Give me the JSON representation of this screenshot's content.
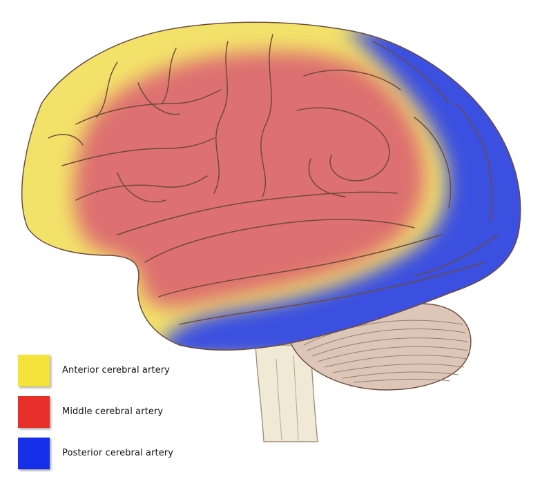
{
  "legend": {
    "items": [
      {
        "label": "Anterior cerebral artery",
        "color": "#f5e33a"
      },
      {
        "label": "Middle cerebral artery",
        "color": "#e8302a"
      },
      {
        "label": "Posterior cerebral artery",
        "color": "#1530e8"
      }
    ]
  },
  "regions": {
    "anterior_color": "#f3e26a",
    "middle_color": "#dd6f6f",
    "posterior_color": "#3b4fe0",
    "cerebellum_color": "#dcc6b8",
    "brainstem_color": "#efe9d6",
    "outline_color": "#6e4a3a"
  }
}
